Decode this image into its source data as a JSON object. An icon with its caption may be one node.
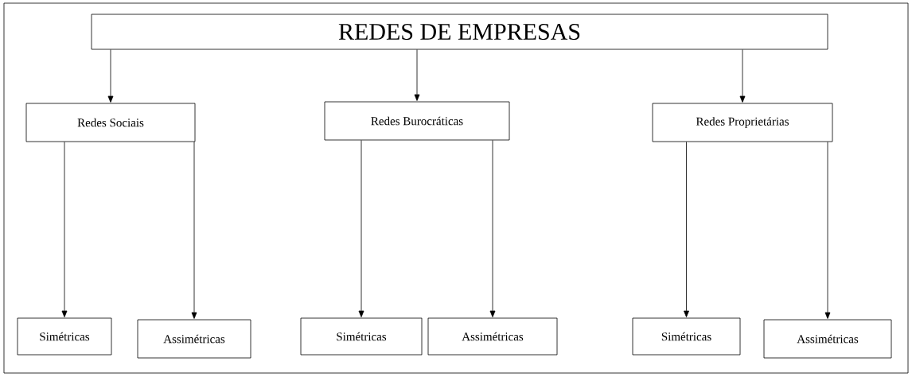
{
  "diagram": {
    "nodes": [
      {
        "text": [
          "REDES DE EMPRESAS"
        ]
      },
      {
        "text": [
          "Redes Sociais"
        ]
      },
      {
        "text": [
          "Redes Burocráticas"
        ]
      },
      {
        "text": [
          "Redes Proprietárias"
        ]
      },
      {
        "text": [
          "Simétricas"
        ]
      },
      {
        "text": [
          "Assimétricas"
        ]
      },
      {
        "text": [
          "Simétricas"
        ]
      },
      {
        "text": [
          "Assimétricas"
        ]
      },
      {
        "text": [
          "Simétricas"
        ]
      },
      {
        "text": [
          "Assimétricas"
        ]
      }
    ],
    "edges": [
      {
        "from": 0,
        "to": 1,
        "arrow": "to"
      },
      {
        "from": 0,
        "to": 2,
        "arrow": "to"
      },
      {
        "from": 0,
        "to": 3,
        "arrow": "to"
      },
      {
        "from": 1,
        "to": 4,
        "arrow": "to"
      },
      {
        "from": 1,
        "to": 5,
        "arrow": "to"
      },
      {
        "from": 2,
        "to": 6,
        "arrow": "to"
      },
      {
        "from": 2,
        "to": 7,
        "arrow": "to"
      },
      {
        "from": 3,
        "to": 8,
        "arrow": "to"
      },
      {
        "from": 3,
        "to": 9,
        "arrow": "to"
      }
    ]
  }
}
